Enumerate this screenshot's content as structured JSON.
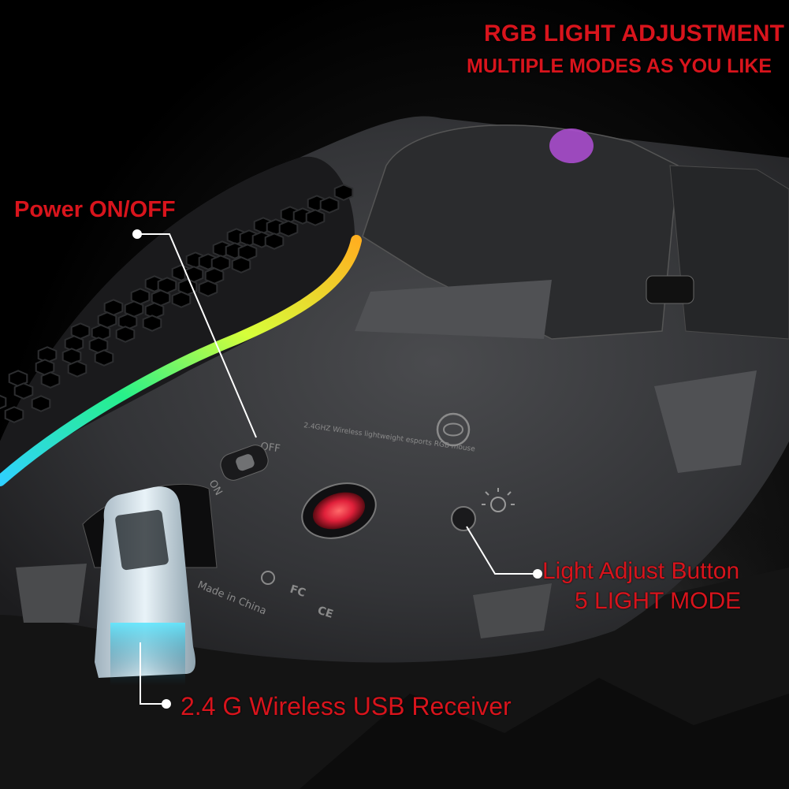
{
  "headline": "RGB LIGHT ADJUSTMENT",
  "subheadline": "MULTIPLE MODES AS YOU LIKE",
  "callouts": {
    "power": "Power ON/OFF",
    "light_button": "Light Adjust Button",
    "light_modes": "5 LIGHT MODE",
    "usb_receiver": "2.4 G Wireless USB Receiver"
  },
  "mouse_print": {
    "model_text": "2.4GHZ Wireless lightweight esports RGB mouse",
    "switch_off": "OFF",
    "switch_on": "ON",
    "made_in": "Made in China",
    "fc_mark": "FC",
    "ce_mark": "CE"
  },
  "colors": {
    "callout_text": "#d8141c",
    "leader_line": "#ffffff",
    "mouse_body": "#3a3b3d",
    "sensor_glow": "#e0203a"
  }
}
